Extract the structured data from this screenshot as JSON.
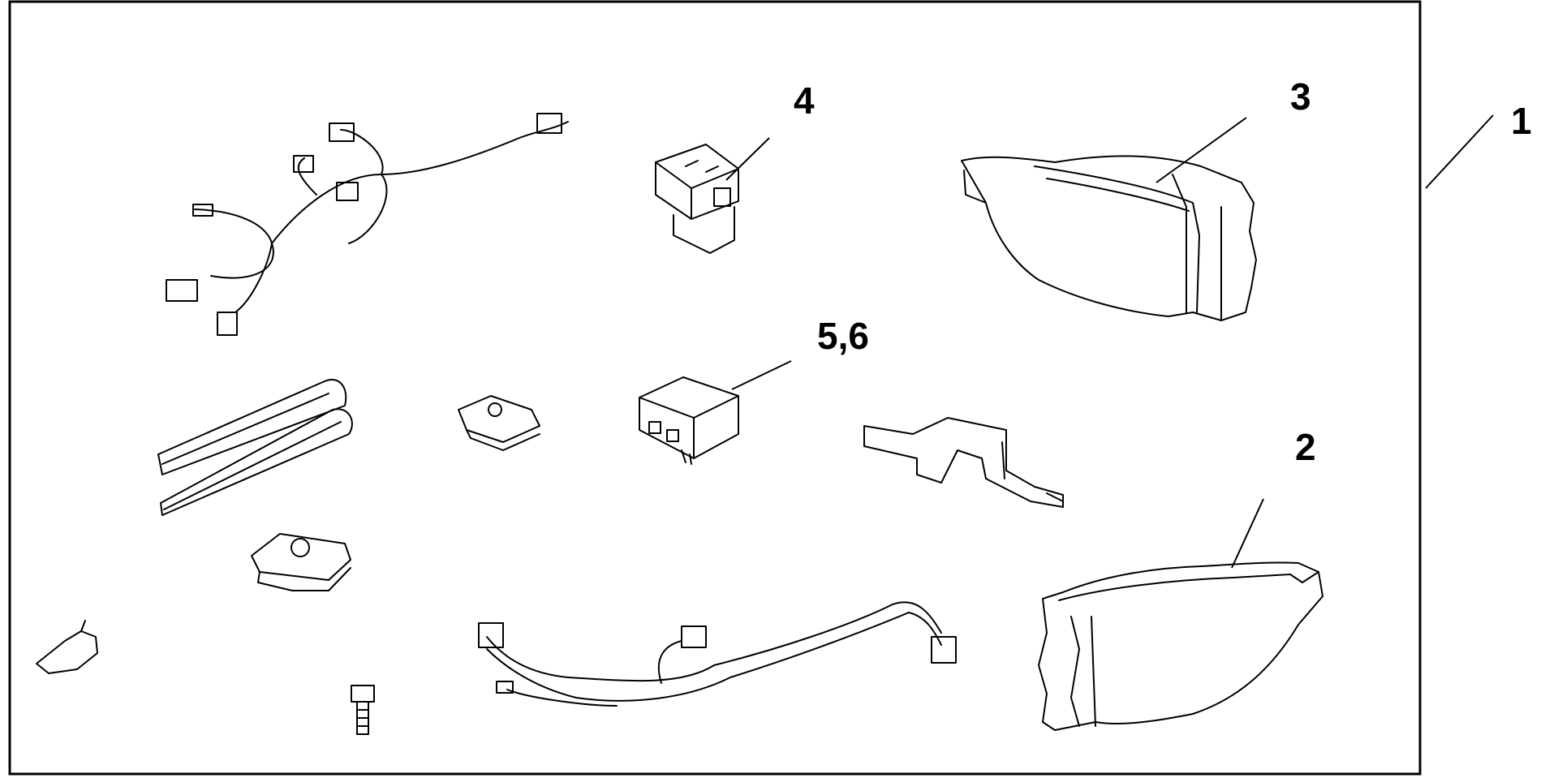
{
  "callouts": [
    {
      "id": "1",
      "text": "1"
    },
    {
      "id": "2",
      "text": "2"
    },
    {
      "id": "3",
      "text": "3"
    },
    {
      "id": "4",
      "text": "4"
    },
    {
      "id": "5-6",
      "text": "5,6"
    }
  ],
  "colors": {
    "line": "#000000",
    "background": "#ffffff"
  }
}
